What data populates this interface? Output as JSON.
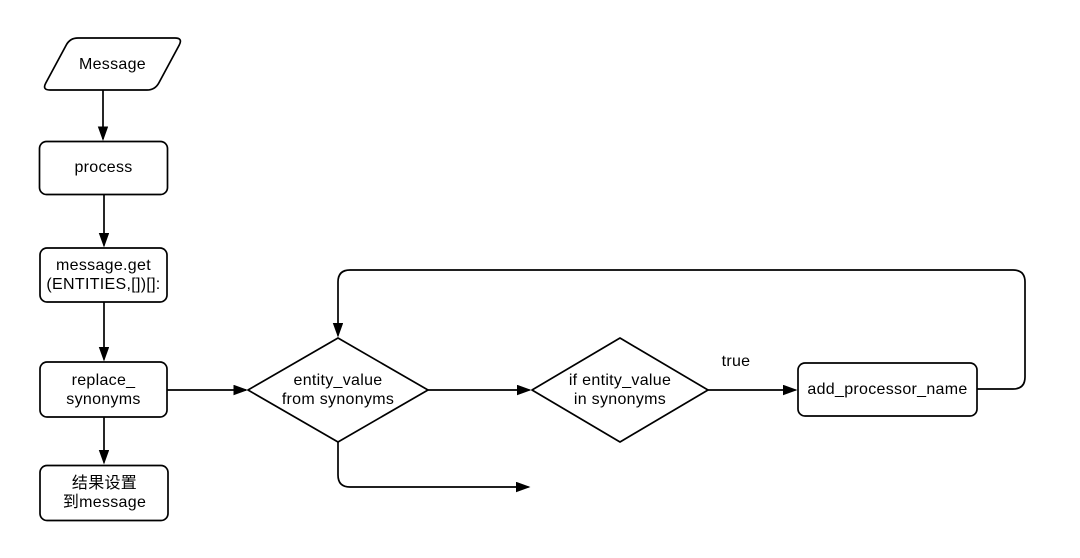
{
  "diagram": {
    "type": "flowchart",
    "background_color": "#ffffff",
    "stroke_color": "#000000",
    "nodes": {
      "message": {
        "shape": "parallelogram",
        "lines": [
          "Message"
        ]
      },
      "process": {
        "shape": "rectangle",
        "lines": [
          "process"
        ]
      },
      "message_get": {
        "shape": "rectangle",
        "lines": [
          "message.get",
          "(ENTITIES,[])[]:"
        ]
      },
      "replace_synonyms": {
        "shape": "rectangle",
        "lines": [
          "replace_",
          "synonyms"
        ]
      },
      "set_result_to_message": {
        "shape": "rectangle",
        "lines": [
          "结果设置",
          "到message"
        ]
      },
      "entity_value_from_synonyms": {
        "shape": "diamond",
        "lines": [
          "entity_value",
          "from synonyms"
        ]
      },
      "if_entity_value_in_synonyms": {
        "shape": "diamond",
        "lines": [
          "if entity_value",
          "in synonyms"
        ]
      },
      "add_processor_name": {
        "shape": "rectangle",
        "lines": [
          "add_processor_name"
        ]
      }
    },
    "edges": [
      {
        "from": "message",
        "to": "process",
        "label": ""
      },
      {
        "from": "process",
        "to": "message_get",
        "label": ""
      },
      {
        "from": "message_get",
        "to": "replace_synonyms",
        "label": ""
      },
      {
        "from": "replace_synonyms",
        "to": "set_result_to_message",
        "label": ""
      },
      {
        "from": "replace_synonyms",
        "to": "entity_value_from_synonyms",
        "label": ""
      },
      {
        "from": "entity_value_from_synonyms",
        "to": "if_entity_value_in_synonyms",
        "label": ""
      },
      {
        "from": "if_entity_value_in_synonyms",
        "to": "add_processor_name",
        "label": "true"
      },
      {
        "from": "add_processor_name",
        "to": "entity_value_from_synonyms",
        "label": "",
        "kind": "loop-back-top"
      },
      {
        "from": "entity_value_from_synonyms",
        "to": "exit-right",
        "label": "",
        "kind": "down-then-right"
      }
    ]
  }
}
